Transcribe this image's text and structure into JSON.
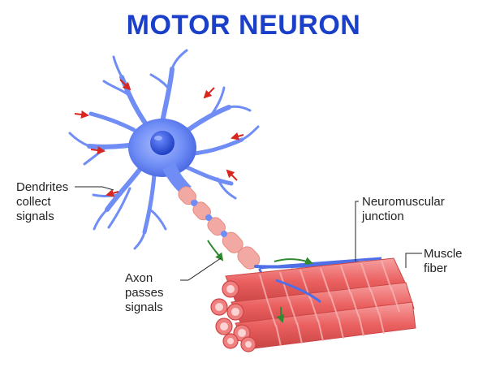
{
  "title": "MOTOR NEURON",
  "labels": {
    "dendrites": [
      "Dendrites",
      "collect",
      "signals"
    ],
    "axon": [
      "Axon",
      "passes",
      "signals"
    ],
    "neuromuscular_junction": [
      "Neuromuscular",
      "junction"
    ],
    "muscle_fiber": [
      "Muscle",
      "fiber"
    ]
  },
  "colors": {
    "title": "#1a3fc8",
    "neuron": "#6f8df5",
    "nucleus": "#2a4fd8",
    "myelin": "#f3a9a3",
    "muscle": "#ee6e6e",
    "signal_arrow_red": "#d8261e",
    "signal_arrow_green": "#2f8a2f"
  }
}
